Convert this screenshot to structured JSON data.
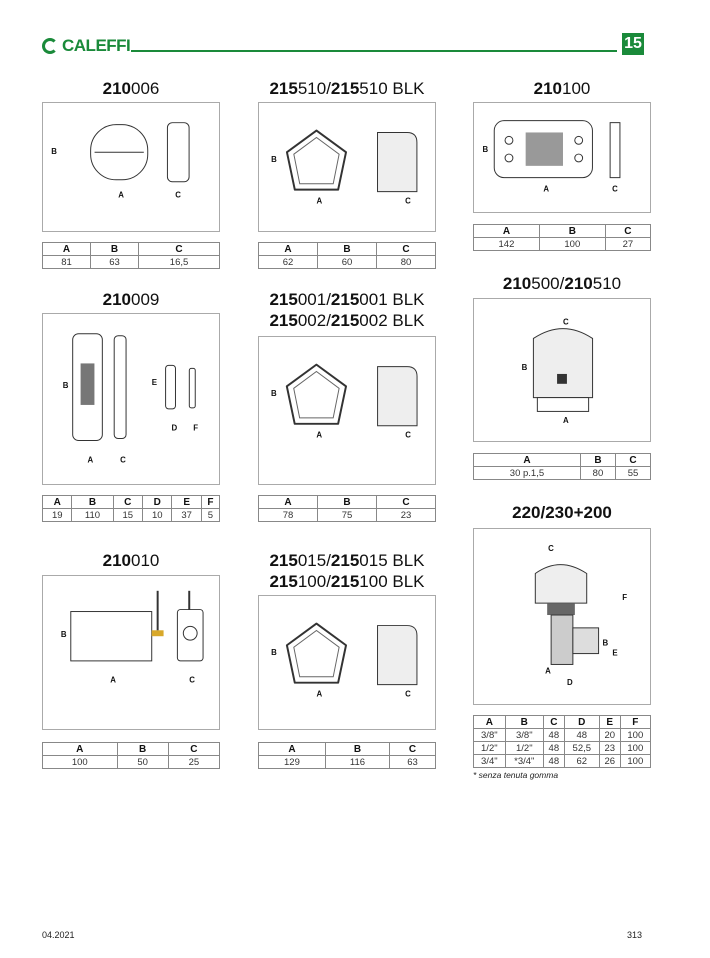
{
  "header": {
    "brand": "CALEFFI",
    "chapter": "15"
  },
  "products": [
    {
      "title": [
        [
          "210",
          "006"
        ]
      ],
      "dims": [
        "A",
        "B",
        "C"
      ],
      "table": {
        "headers": [
          "A",
          "B",
          "C"
        ],
        "rows": [
          [
            "81",
            "63",
            "16,5"
          ]
        ]
      }
    },
    {
      "title": [
        [
          "210",
          "009"
        ]
      ],
      "dims": [
        "A",
        "B",
        "C",
        "D",
        "E",
        "F"
      ],
      "table": {
        "headers": [
          "A",
          "B",
          "C",
          "D",
          "E",
          "F"
        ],
        "rows": [
          [
            "19",
            "110",
            "15",
            "10",
            "37",
            "5"
          ]
        ]
      }
    },
    {
      "title": [
        [
          "210",
          "010"
        ]
      ],
      "dims": [
        "A",
        "B",
        "C"
      ],
      "table": {
        "headers": [
          "A",
          "B",
          "C"
        ],
        "rows": [
          [
            "100",
            "50",
            "25"
          ]
        ]
      }
    },
    {
      "title": [
        [
          "215",
          "510/",
          "215",
          "510 BLK"
        ]
      ],
      "dims": [
        "A",
        "B",
        "C"
      ],
      "table": {
        "headers": [
          "A",
          "B",
          "C"
        ],
        "rows": [
          [
            "62",
            "60",
            "80"
          ]
        ]
      }
    },
    {
      "title": [
        [
          "215",
          "001/",
          "215",
          "001 BLK"
        ],
        [
          "215",
          "002/",
          "215",
          "002 BLK"
        ]
      ],
      "dims": [
        "A",
        "B",
        "C"
      ],
      "table": {
        "headers": [
          "A",
          "B",
          "C"
        ],
        "rows": [
          [
            "78",
            "75",
            "23"
          ]
        ]
      }
    },
    {
      "title": [
        [
          "215",
          "015/",
          "215",
          "015 BLK"
        ],
        [
          "215",
          "100/",
          "215",
          "100 BLK"
        ]
      ],
      "dims": [
        "A",
        "B",
        "C"
      ],
      "table": {
        "headers": [
          "A",
          "B",
          "C"
        ],
        "rows": [
          [
            "129",
            "116",
            "63"
          ]
        ]
      }
    },
    {
      "title": [
        [
          "210",
          "100"
        ]
      ],
      "dims": [
        "A",
        "B",
        "C"
      ],
      "table": {
        "headers": [
          "A",
          "B",
          "C"
        ],
        "rows": [
          [
            "142",
            "100",
            "27"
          ]
        ]
      }
    },
    {
      "title": [
        [
          "210",
          "500/",
          "210",
          "510"
        ]
      ],
      "dims": [
        "A",
        "B",
        "C"
      ],
      "table": {
        "headers": [
          "A",
          "B",
          "C"
        ],
        "rows": [
          [
            "30 p.1,5",
            "80",
            "55"
          ]
        ]
      }
    },
    {
      "title": [
        [
          "220/230+200",
          ""
        ]
      ],
      "dims": [
        "A",
        "B",
        "C",
        "D",
        "E",
        "F"
      ],
      "table": {
        "headers": [
          "A",
          "B",
          "C",
          "D",
          "E",
          "F"
        ],
        "rows": [
          [
            "3/8\"",
            "3/8\"",
            "48",
            "48",
            "20",
            "100"
          ],
          [
            "1/2\"",
            "1/2\"",
            "48",
            "52,5",
            "23",
            "100"
          ],
          [
            "3/4\"",
            "*3/4\"",
            "48",
            "62",
            "26",
            "100"
          ]
        ]
      }
    }
  ],
  "footnote": "* senza tenuta gomma",
  "footer": {
    "date": "04.2021",
    "page": "313"
  }
}
